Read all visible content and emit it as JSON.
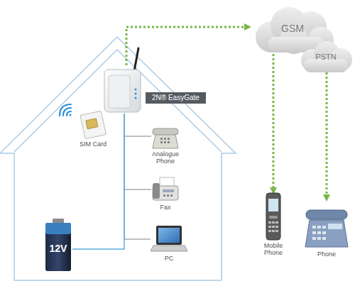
{
  "diagram": {
    "nodes": [
      {
        "text": [
          "2N® EasyGate"
        ]
      },
      {
        "text": [
          "GSM"
        ]
      },
      {
        "text": [
          "PSTN"
        ]
      },
      {
        "text": [
          "Mobile Phone"
        ]
      },
      {
        "text": [
          "Phone"
        ]
      },
      {
        "text": [
          "Analogue Phone"
        ]
      },
      {
        "text": [
          "Fax"
        ]
      },
      {
        "text": [
          "PC"
        ]
      },
      {
        "text": [
          "12V"
        ]
      },
      {
        "text": [
          "SIM Card"
        ]
      }
    ],
    "edges": [
      {
        "from": 0,
        "to": 1,
        "arrow": "to"
      },
      {
        "from": 1,
        "to": 3,
        "arrow": "to"
      },
      {
        "from": 2,
        "to": 4,
        "arrow": "to"
      },
      {
        "from": 0,
        "to": 5,
        "arrow": "none"
      },
      {
        "from": 0,
        "to": 6,
        "arrow": "none"
      },
      {
        "from": 0,
        "to": 7,
        "arrow": "none"
      },
      {
        "from": 8,
        "to": 0,
        "arrow": "none"
      }
    ]
  }
}
